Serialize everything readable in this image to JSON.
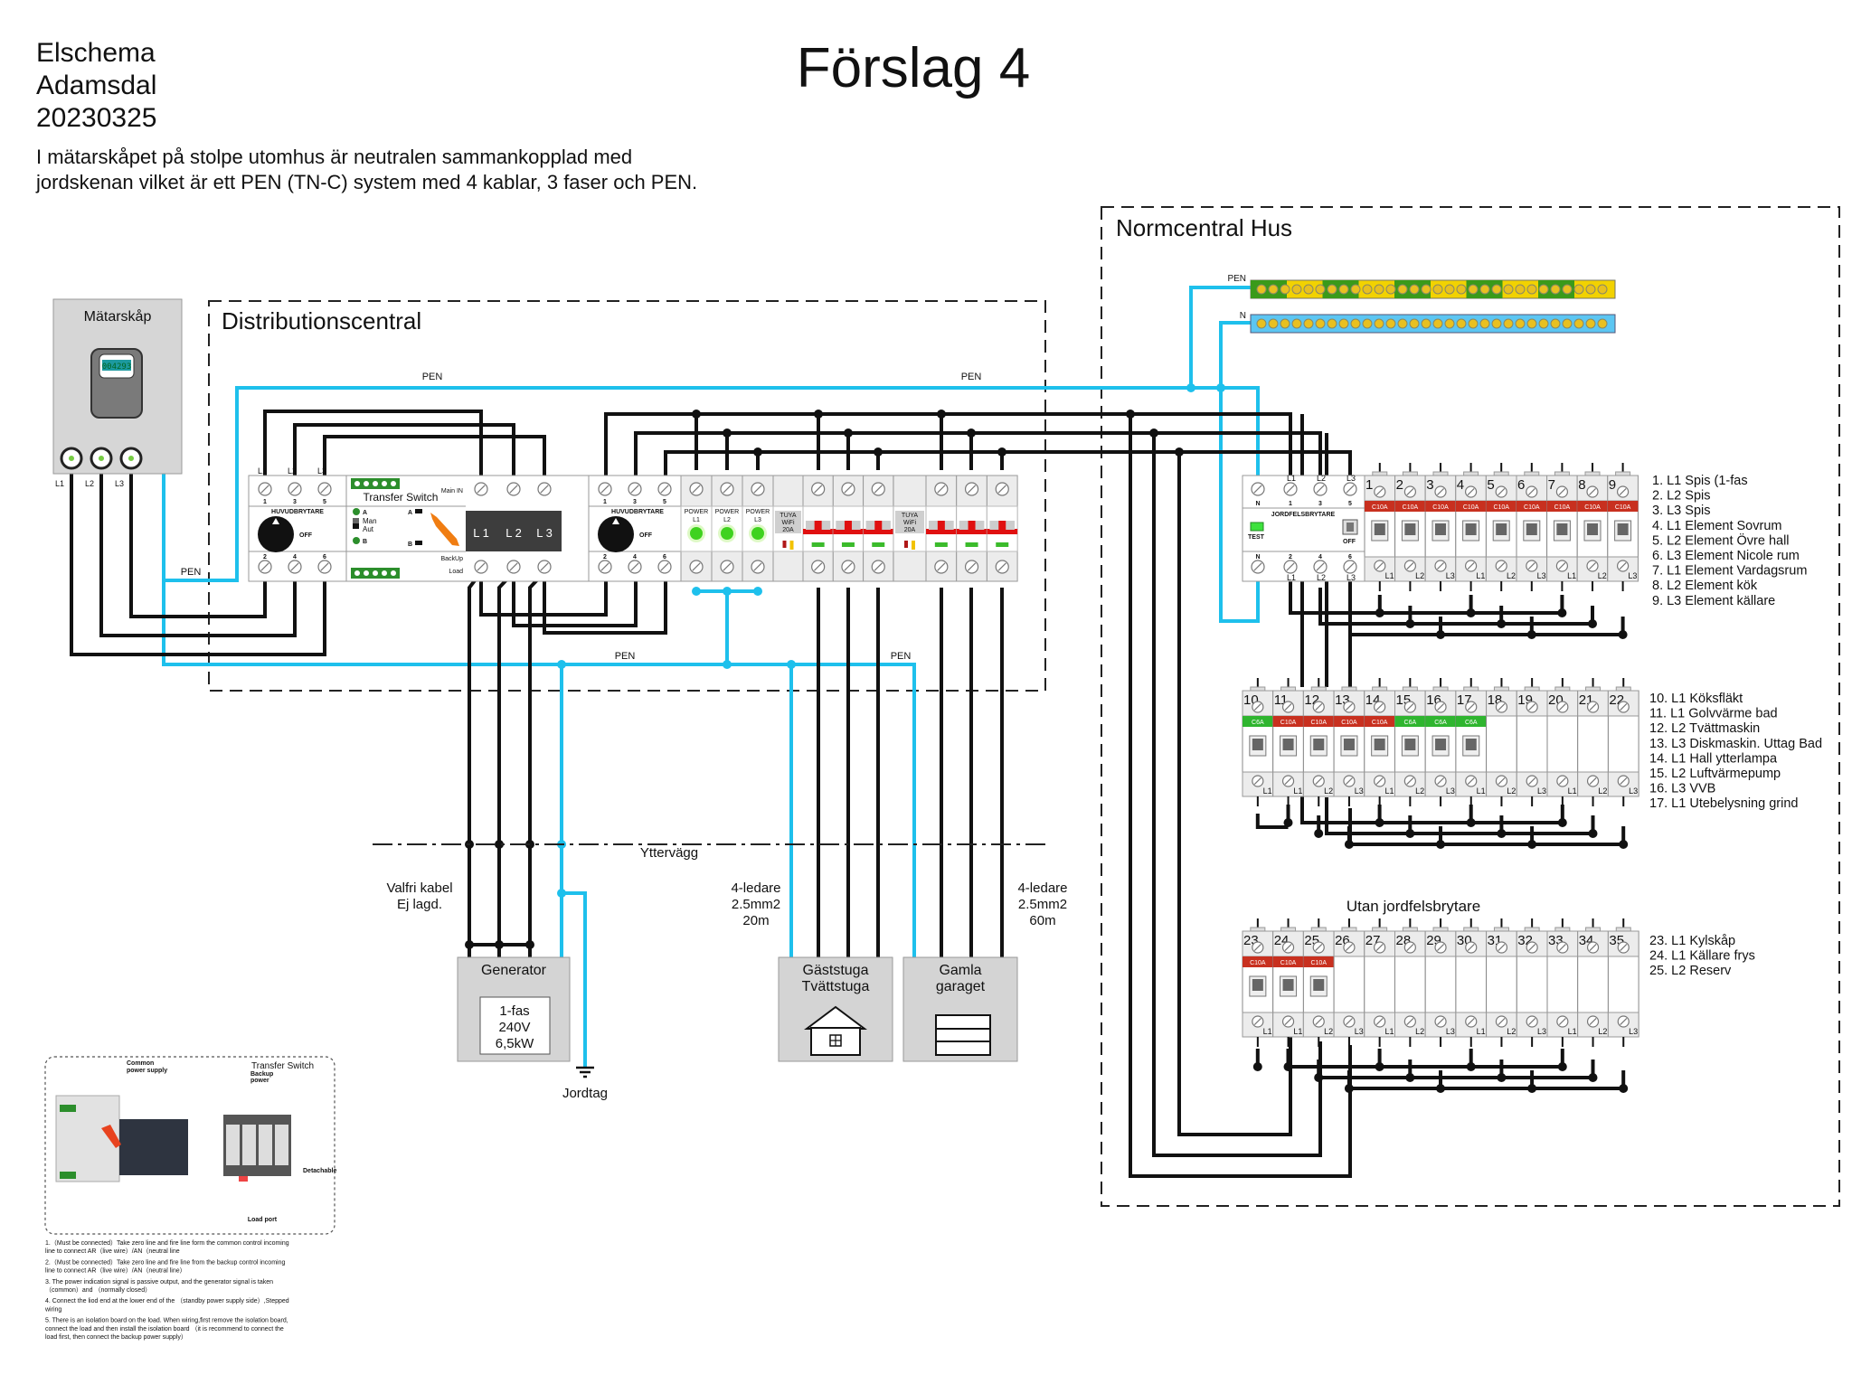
{
  "header": {
    "line1": "Elschema",
    "line2": "Adamsdal",
    "line3": "20230325",
    "title": "Förslag 4",
    "desc1": "I mätarskåpet på stolpe utomhus är neutralen sammankopplad med",
    "desc2": "jordskenan vilket är ett PEN (TN-C) system med 4 kablar, 3 faser och PEN."
  },
  "meter": {
    "label": "Mätarskåp",
    "display": "004293",
    "phases": [
      "L1",
      "L2",
      "L3"
    ]
  },
  "distribution": {
    "title": "Distributionscentral",
    "main_switch": {
      "label": "HUVUDBRYTARE",
      "off": "OFF",
      "top": [
        "1",
        "3",
        "5"
      ],
      "bottom": [
        "2",
        "4",
        "6"
      ],
      "phases": [
        "L1",
        "L2",
        "L3"
      ]
    },
    "transfer_switch": {
      "label": "Transfer Switch",
      "main_in": "Main IN",
      "a": "A",
      "man": "Man",
      "aut": "Aut",
      "b": "B",
      "backup": "BackUp",
      "load": "Load",
      "block": [
        "L 1",
        "L 2",
        "L 3"
      ]
    },
    "power": [
      {
        "t": "POWER",
        "p": "L1"
      },
      {
        "t": "POWER",
        "p": "L2"
      },
      {
        "t": "POWER",
        "p": "L3"
      }
    ],
    "tuya": [
      "TUYA",
      "WiFi",
      "20A"
    ],
    "pen_labels": [
      "PEN",
      "PEN",
      "PEN",
      "PEN",
      "PEN"
    ]
  },
  "normcentral": {
    "title": "Normcentral Hus",
    "pen_rail": "PEN",
    "n_rail": "N",
    "rcd": {
      "label": "JORDFELSBRYTARE",
      "test": "TEST",
      "off": "OFF",
      "top": [
        "N",
        "1",
        "3",
        "5"
      ],
      "bottom": [
        "N",
        "2",
        "4",
        "6"
      ],
      "phases": [
        "L1",
        "L2",
        "L3"
      ]
    },
    "no_rcd_title": "Utan jordfelsbrytare",
    "rows": [
      {
        "breakers": [
          {
            "n": "1",
            "r": "C10A",
            "p": "L1"
          },
          {
            "n": "2",
            "r": "C10A",
            "p": "L2"
          },
          {
            "n": "3",
            "r": "C10A",
            "p": "L3"
          },
          {
            "n": "4",
            "r": "C10A",
            "p": "L1"
          },
          {
            "n": "5",
            "r": "C10A",
            "p": "L2"
          },
          {
            "n": "6",
            "r": "C10A",
            "p": "L3"
          },
          {
            "n": "7",
            "r": "C10A",
            "p": "L1"
          },
          {
            "n": "8",
            "r": "C10A",
            "p": "L2"
          },
          {
            "n": "9",
            "r": "C10A",
            "p": "L3"
          }
        ],
        "legend": [
          "1. L1 Spis (1-fas",
          "2. L2 Spis",
          "3. L3 Spis",
          "4. L1 Element Sovrum",
          "5. L2 Element Övre hall",
          "6. L3 Element Nicole rum",
          "7. L1 Element Vardagsrum",
          "8. L2 Element kök",
          "9. L3 Element källare"
        ]
      },
      {
        "breakers": [
          {
            "n": "10",
            "r": "C6A",
            "p": "L1"
          },
          {
            "n": "11",
            "r": "C10A",
            "p": "L1"
          },
          {
            "n": "12",
            "r": "C10A",
            "p": "L2"
          },
          {
            "n": "13",
            "r": "C10A",
            "p": "L3"
          },
          {
            "n": "14",
            "r": "C10A",
            "p": "L1"
          },
          {
            "n": "15",
            "r": "C6A",
            "p": "L2"
          },
          {
            "n": "16",
            "r": "C6A",
            "p": "L3"
          },
          {
            "n": "17",
            "r": "C6A",
            "p": "L1"
          },
          {
            "n": "18",
            "r": "",
            "p": "L2"
          },
          {
            "n": "19",
            "r": "",
            "p": "L3"
          },
          {
            "n": "20",
            "r": "",
            "p": "L1"
          },
          {
            "n": "21",
            "r": "",
            "p": "L2"
          },
          {
            "n": "22",
            "r": "",
            "p": "L3"
          }
        ],
        "legend": [
          "10. L1 Köksfläkt",
          "11. L1 Golvvärme bad",
          "12. L2 Tvättmaskin",
          "13. L3 Diskmaskin. Uttag Bad",
          "14. L1 Hall ytterlampa",
          "15. L2 Luftvärmepump",
          "16. L3 VVB",
          "17. L1 Utebelysning grind"
        ]
      },
      {
        "breakers": [
          {
            "n": "23",
            "r": "C10A",
            "p": "L1"
          },
          {
            "n": "24",
            "r": "C10A",
            "p": "L1"
          },
          {
            "n": "25",
            "r": "C10A",
            "p": "L2"
          },
          {
            "n": "26",
            "r": "",
            "p": "L3"
          },
          {
            "n": "27",
            "r": "",
            "p": "L1"
          },
          {
            "n": "28",
            "r": "",
            "p": "L2"
          },
          {
            "n": "29",
            "r": "",
            "p": "L3"
          },
          {
            "n": "30",
            "r": "",
            "p": "L1"
          },
          {
            "n": "31",
            "r": "",
            "p": "L2"
          },
          {
            "n": "32",
            "r": "",
            "p": "L3"
          },
          {
            "n": "33",
            "r": "",
            "p": "L1"
          },
          {
            "n": "34",
            "r": "",
            "p": "L2"
          },
          {
            "n": "35",
            "r": "",
            "p": "L3"
          }
        ],
        "legend": [
          "23. L1 Kylskåp",
          "24. L1 Källare frys",
          "25. L2 Reserv"
        ]
      }
    ]
  },
  "outside": {
    "wall": "Yttervägg",
    "cable_gen": [
      "Valfri kabel",
      "Ej lagd."
    ],
    "cable_guest": [
      "4-ledare",
      "2.5mm2",
      "20m"
    ],
    "cable_garage": [
      "4-ledare",
      "2.5mm2",
      "60m"
    ],
    "generator": {
      "title": "Generator",
      "specs": [
        "1-fas",
        "240V",
        "6,5kW"
      ]
    },
    "guest": [
      "Gäststuga",
      "Tvättstuga"
    ],
    "garage": [
      "Gamla",
      "garaget"
    ],
    "earth": "Jordtag"
  },
  "reference": {
    "common": [
      "Common",
      "power supply"
    ],
    "ts_title": "Transfer Switch",
    "backup": [
      "Backup",
      "power"
    ],
    "load_port": "Load port",
    "detachable": "Detachable",
    "notes": [
      "1.（Must be connected）Take zero line and fire line form the common control incoming",
      "line to connect AR（live wire）/AN（neutral line",
      "2.（Must be connected）Take zero line and fire line from the backup control incoming",
      "line to connect AR（live wire）/AN（neutral line）",
      "3. The power indication signal is passive output, and the generator signal is taken",
      "（common）and （normally closed）",
      "4. Connect the liod end at the lower end of the （standby power supply side）,Stepped",
      "wiring",
      "5. There is an isolation board on the load. When wiring,first remove the isolation board,",
      "connect the load and then install the isolation board （it is recommend to connect the",
      "load first, then connect the backup power supply）"
    ]
  },
  "colors": {
    "pen_wire": "#1ec0ec",
    "phase_wire": "#111111",
    "c10a": "#c8301f",
    "c6a": "#2fb52f",
    "pen_rail_green": "#3a9a1a",
    "pen_rail_yellow": "#f2d200",
    "n_rail": "#5cc6f2"
  }
}
